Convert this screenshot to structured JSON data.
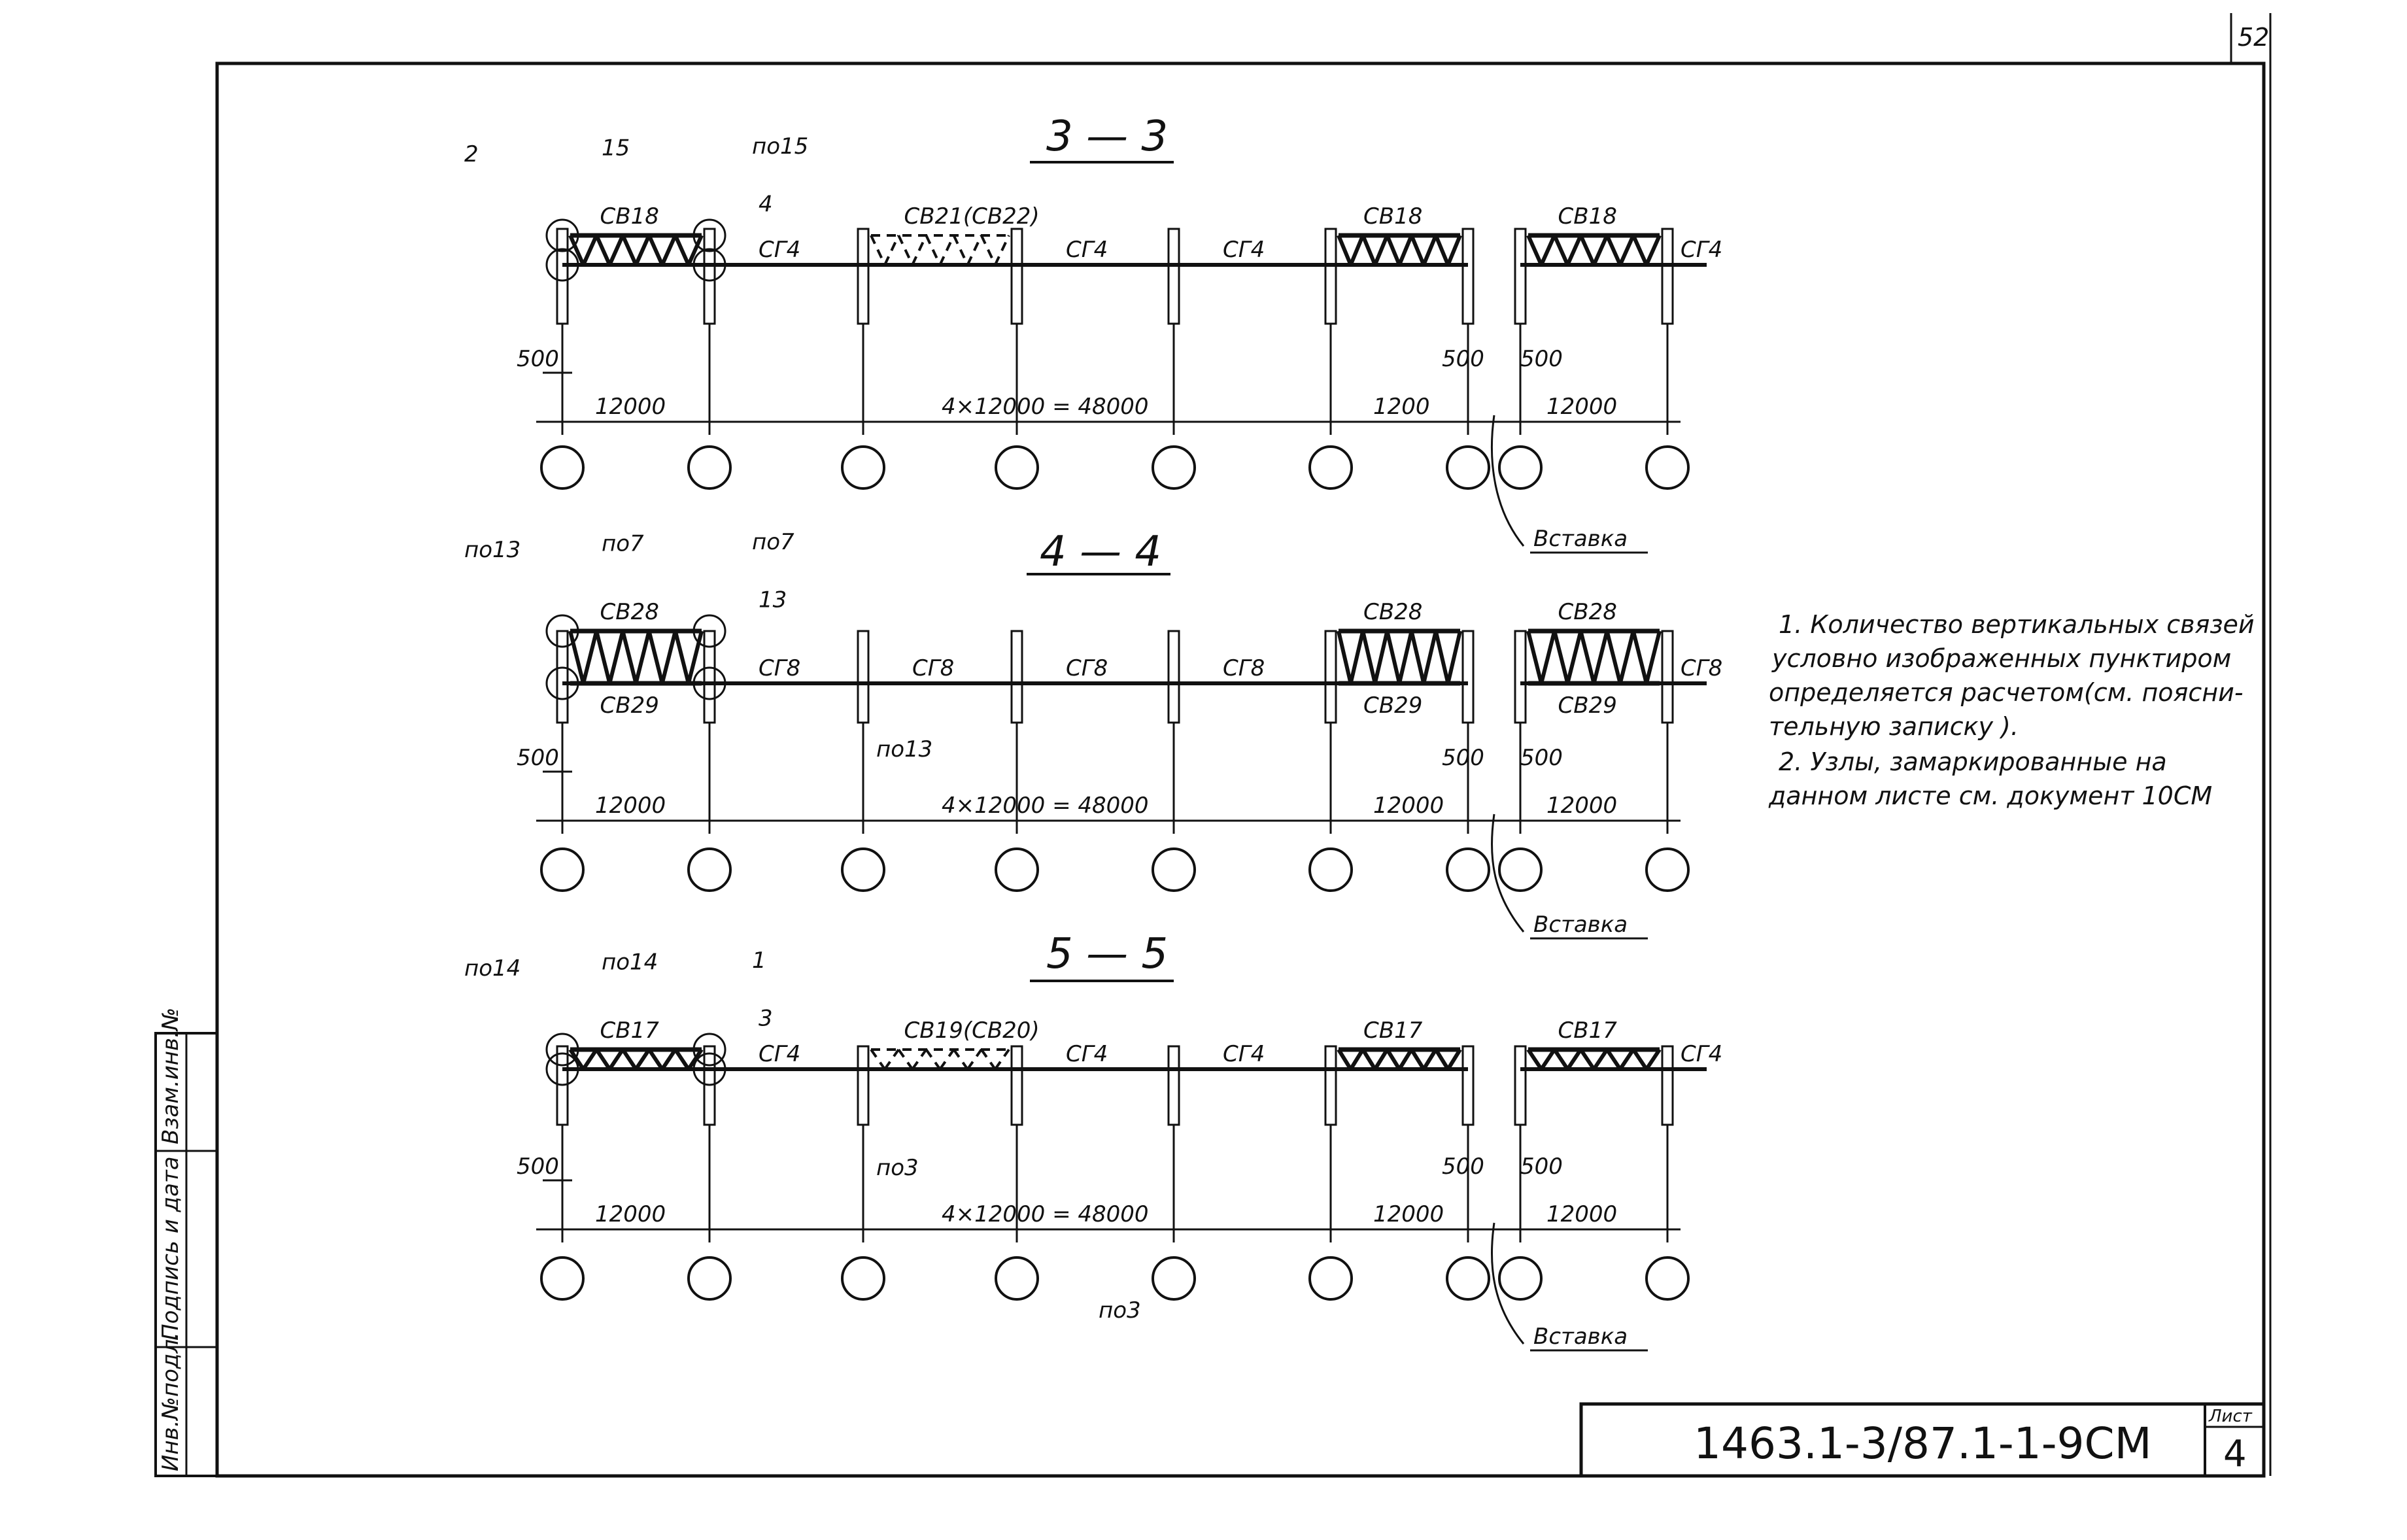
{
  "sheet": {
    "corner_number": "52",
    "document_code": "1463.1-3/87.1-1-9CM",
    "sheet_label": "Лист",
    "sheet_number": "4",
    "stamp": {
      "inv_no": "Инв.№подл.",
      "signature_date": "Подпись и дата",
      "replace_inv": "Взам.инв.№"
    }
  },
  "notes": [
    "1. Количество вертикальных связей",
    "условно изображенных пунктиром",
    "определяется расчетом(см. поясни-",
    "тельную записку ).",
    "2. Узлы, замаркированные на",
    "данном листе см. документ 10СМ"
  ],
  "sections": [
    {
      "title": "3 — 3",
      "bays": [
        "CB18",
        "CB21(CB22)",
        "CB18",
        "CB18"
      ],
      "girder_labels": [
        "СГ4",
        "СГ4",
        "СГ4",
        "СГ4"
      ],
      "node_labels": [
        "2",
        "15",
        "по15",
        "4"
      ],
      "dims": {
        "offset_left": "500",
        "bay_left": "12000",
        "bay_mid": "4×12000 = 48000",
        "bay_right1": "1200",
        "bay_right2": "12000",
        "insert_left": "500",
        "insert_right": "500"
      },
      "insert_label": "Вставка"
    },
    {
      "title": "4 — 4",
      "bays": [
        "CB28",
        "CB28",
        "CB28"
      ],
      "lower_bays": [
        "CB29",
        "CB29",
        "CB29"
      ],
      "girder_labels": [
        "СГ8",
        "СГ8",
        "СГ8",
        "СГ8",
        "СГ8"
      ],
      "node_labels": [
        "по13",
        "по7",
        "по7",
        "13",
        "по13"
      ],
      "dims": {
        "offset_left": "500",
        "bay_left": "12000",
        "bay_mid": "4×12000 = 48000",
        "bay_right1": "12000",
        "bay_right2": "12000",
        "insert_left": "500",
        "insert_right": "500"
      },
      "insert_label": "Вставка"
    },
    {
      "title": "5 — 5",
      "bays": [
        "CB17",
        "CB19(CB20)",
        "CB17",
        "CB17"
      ],
      "girder_labels": [
        "СГ4",
        "СГ4",
        "СГ4",
        "СГ4"
      ],
      "node_labels": [
        "по14",
        "по14",
        "1",
        "3",
        "по3",
        "по3"
      ],
      "dims": {
        "offset_left": "500",
        "bay_left": "12000",
        "bay_mid": "4×12000 = 48000",
        "bay_right1": "12000",
        "bay_right2": "12000",
        "insert_left": "500",
        "insert_right": "500"
      },
      "insert_label": "Вставка"
    }
  ]
}
